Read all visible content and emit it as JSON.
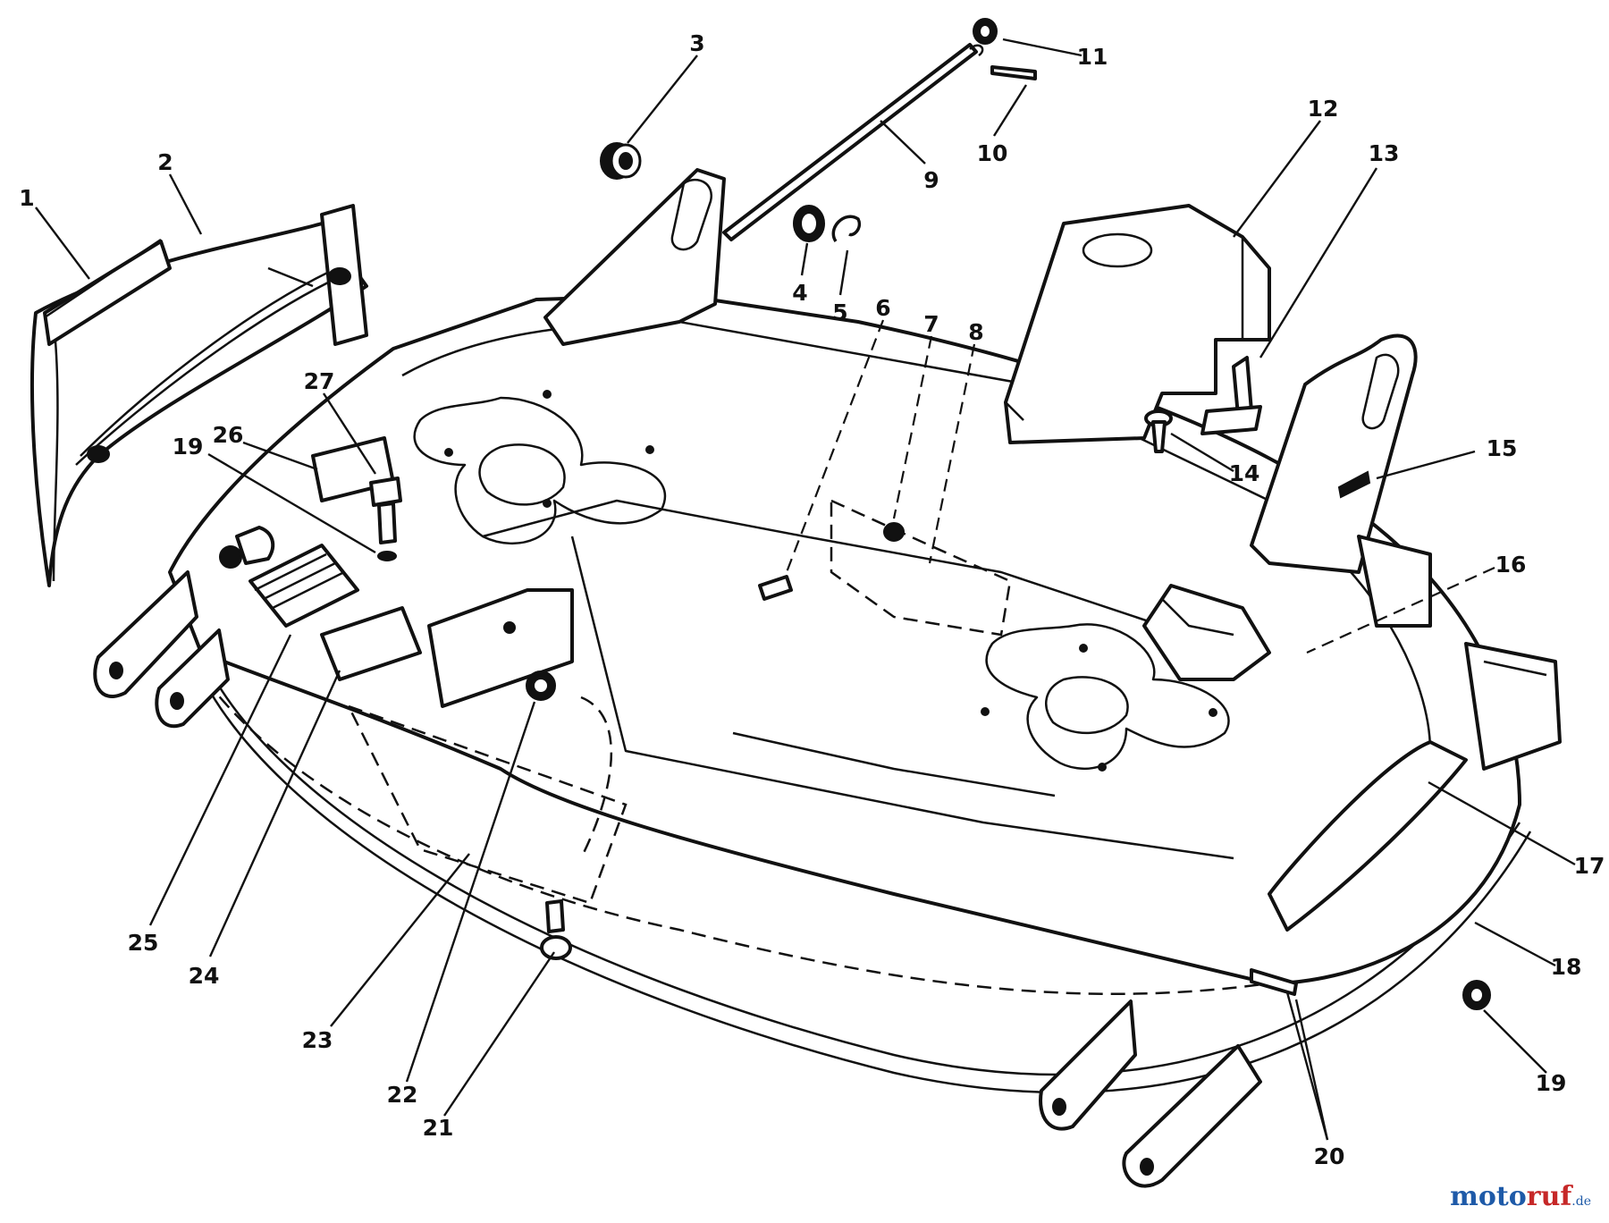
{
  "diagram": {
    "callouts": [
      "1",
      "2",
      "3",
      "4",
      "5",
      "6",
      "7",
      "8",
      "9",
      "10",
      "11",
      "12",
      "13",
      "14",
      "15",
      "16",
      "17",
      "18",
      "19",
      "19",
      "20",
      "21",
      "22",
      "23",
      "24",
      "25",
      "26",
      "27"
    ]
  },
  "watermark": {
    "part_a": "moto",
    "part_b": "ruf",
    "tld": ".de"
  }
}
